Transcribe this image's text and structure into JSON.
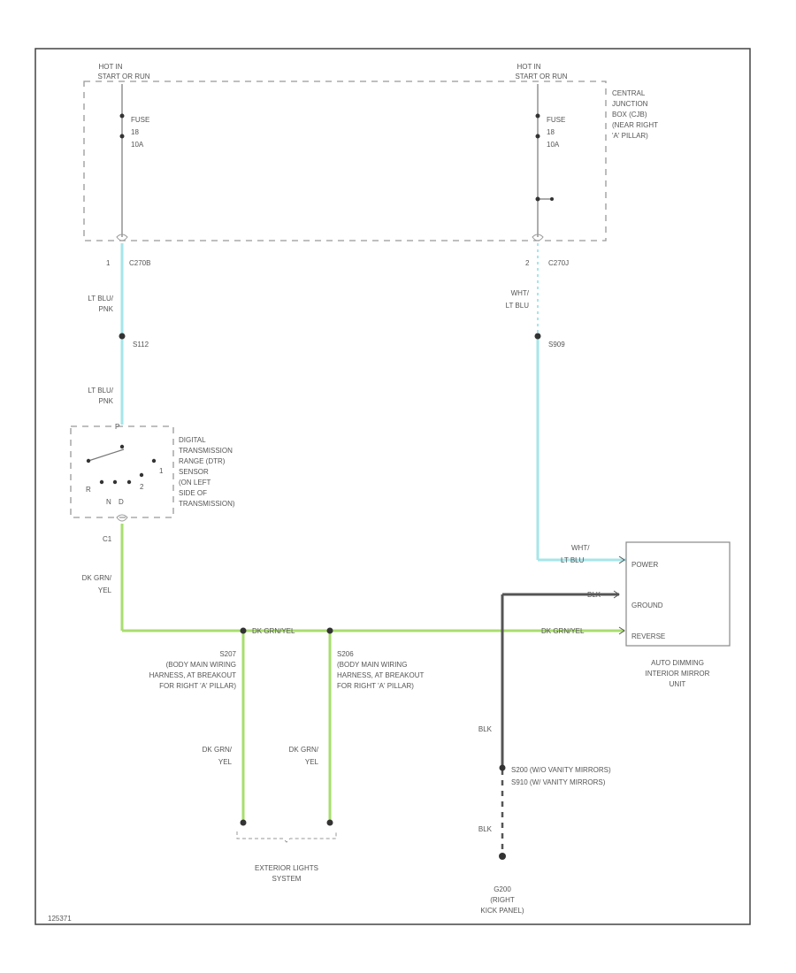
{
  "colors": {
    "lt_blu": "#a6e6ea",
    "dk_grn_yel": "#a8de6e",
    "blk": "#555555",
    "frame": "#444444",
    "dashed": "#999999"
  },
  "fuse_left": {
    "hot_label_1": "HOT IN",
    "hot_label_2": "START OR RUN",
    "fuse_name": "FUSE",
    "fuse_number": "18",
    "fuse_rating": "10A"
  },
  "fuse_right": {
    "hot_label_1": "HOT IN",
    "hot_label_2": "START OR RUN",
    "fuse_name": "FUSE",
    "fuse_number": "18",
    "fuse_rating": "10A"
  },
  "cjb": {
    "line1": "CENTRAL",
    "line2": "JUNCTION",
    "line3": "BOX (CJB)",
    "line4": "(NEAR RIGHT",
    "line5": "'A' PILLAR)"
  },
  "connectors": {
    "left_pin": "1",
    "left_conn": "C270B",
    "right_pin": "2",
    "right_conn": "C270J",
    "left_splice": "S112",
    "right_splice": "S909"
  },
  "wires": {
    "left_upper_1": "LT BLU/",
    "left_upper_2": "PNK",
    "left_lower_1": "LT BLU/",
    "left_lower_2": "PNK",
    "right_upper_1": "WHT/",
    "right_upper_2": "LT BLU",
    "power_1": "WHT/",
    "power_2": "LT BLU",
    "dkgrn_left_1": "DK GRN/",
    "dkgrn_left_2": "YEL",
    "bus_label": "DK GRN/YEL",
    "reverse_label": "DK GRN/YEL",
    "blk_top": "BLK",
    "blk_mid": "BLK",
    "blk_low": "BLK",
    "ext_left_1": "DK GRN/",
    "ext_left_2": "YEL",
    "ext_right_1": "DK GRN/",
    "ext_right_2": "YEL"
  },
  "dtr": {
    "line1": "DIGITAL",
    "line2": "TRANSMISSION",
    "line3": "RANGE (DTR)",
    "line4": "SENSOR",
    "line5": "(ON LEFT",
    "line6": "SIDE OF",
    "line7": "TRANSMISSION)",
    "pin_top": "P",
    "pin_r": "R",
    "pin_n": "N",
    "pin_d": "D",
    "pin_2": "2",
    "pin_1": "1",
    "conn": "C1"
  },
  "splices": {
    "s207_1": "S207",
    "s207_2": "(BODY MAIN WIRING",
    "s207_3": "HARNESS, AT BREAKOUT",
    "s207_4": "FOR RIGHT 'A' PILLAR)",
    "s206_1": "S206",
    "s206_2": "(BODY MAIN WIRING",
    "s206_3": "HARNESS, AT BREAKOUT",
    "s206_4": "FOR RIGHT 'A' PILLAR)"
  },
  "mirror": {
    "power": "POWER",
    "ground": "GROUND",
    "reverse": "REVERSE",
    "name_1": "AUTO DIMMING",
    "name_2": "INTERIOR MIRROR",
    "name_3": "UNIT"
  },
  "ground_splice": {
    "line1": "S200 (W/O VANITY MIRRORS)",
    "line2": "S910 (W/ VANITY MIRRORS)"
  },
  "ground": {
    "line1": "G200",
    "line2": "(RIGHT",
    "line3": "KICK PANEL)"
  },
  "exterior": {
    "line1": "EXTERIOR LIGHTS",
    "line2": "SYSTEM"
  },
  "figure_code": "125371"
}
